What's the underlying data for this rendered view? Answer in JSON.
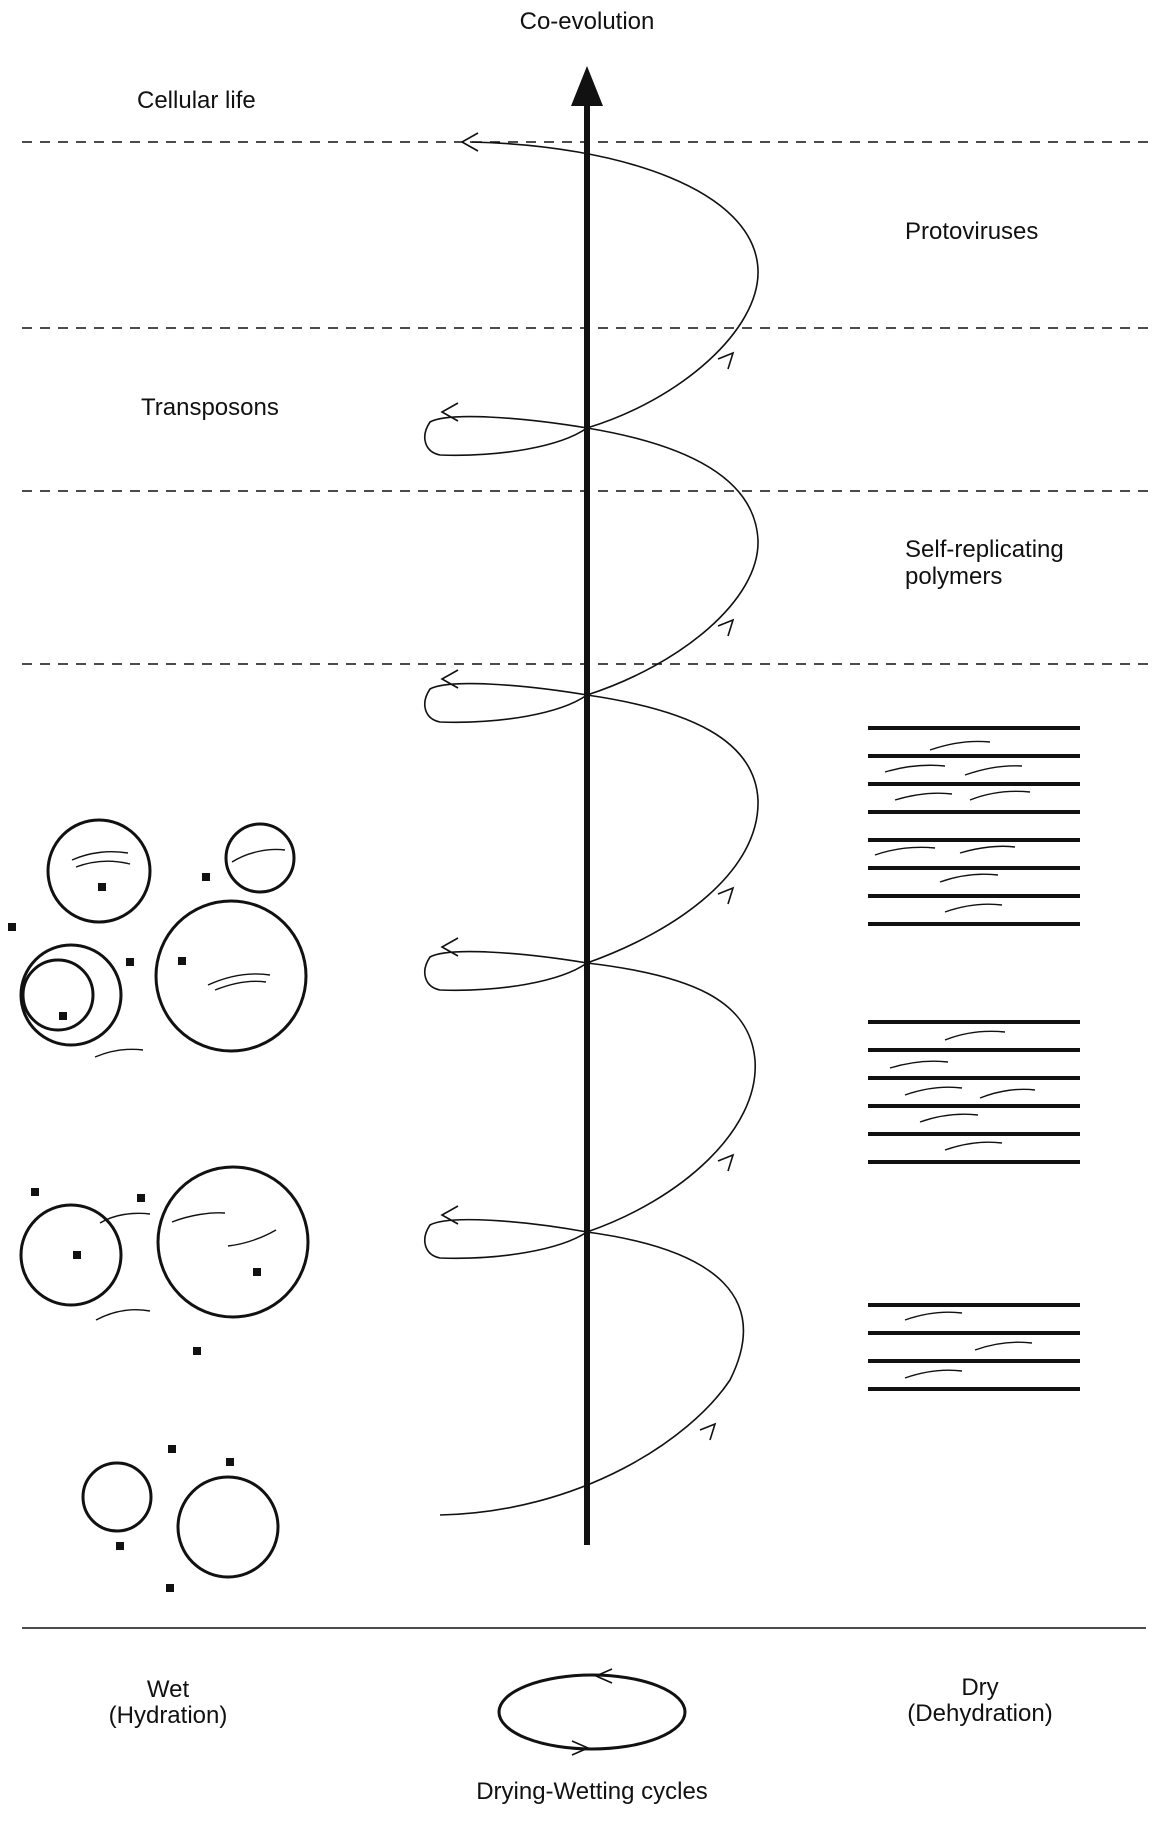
{
  "diagram": {
    "axis_label": "Co-evolution",
    "stages": {
      "cellular_life": "Cellular life",
      "protoviruses": "Protoviruses",
      "transposons": "Transposons",
      "self_replicating_line1": "Self-replicating",
      "self_replicating_line2": "polymers"
    },
    "bottom": {
      "wet_line1": "Wet",
      "wet_line2": "(Hydration)",
      "dry_line1": "Dry",
      "dry_line2": "(Dehydration)",
      "cycle_caption": "Drying-Wetting cycles"
    },
    "icons": [
      "vesicle-icon",
      "lamellar-stack-icon",
      "cycle-arrow-icon"
    ]
  }
}
